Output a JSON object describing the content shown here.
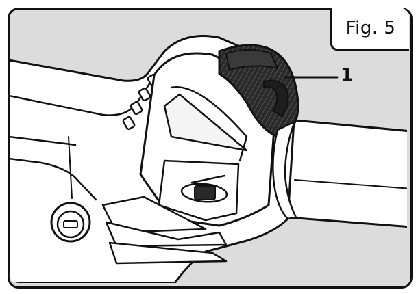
{
  "figure": {
    "label": "Fig. 5"
  },
  "callouts": [
    {
      "number": "1",
      "target": "rotating-collar"
    }
  ],
  "colors": {
    "background": "#dcdcdc",
    "tool_body": "#ffffff",
    "dark_part": "#2a2a2a",
    "outline": "#111111"
  }
}
